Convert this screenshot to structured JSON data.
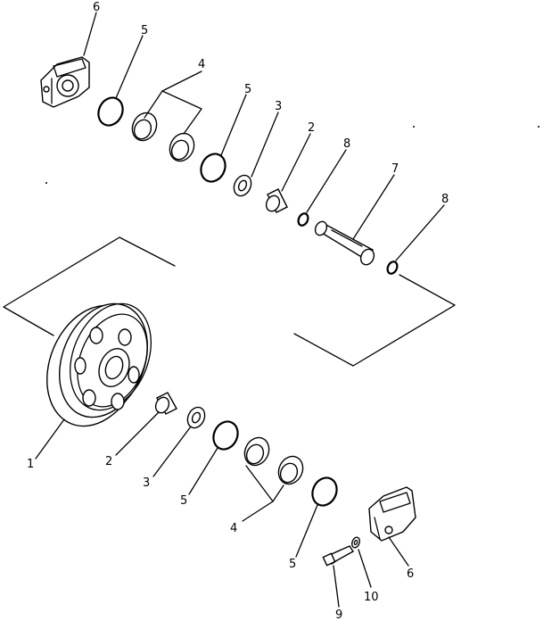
{
  "callouts": {
    "c6_top": "6",
    "c5_a": "5",
    "c4_top": "4",
    "c5_b": "5",
    "c3_top": "3",
    "c2_top": "2",
    "c8_a": "8",
    "c7": "7",
    "c8_b": "8",
    "c1": "1",
    "c2_bottom": "2",
    "c3_bottom": "3",
    "c5_c": "5",
    "c4_bottom": "4",
    "c5_d": "5",
    "c6_bottom": "6",
    "c10": "10",
    "c9": "9"
  },
  "colors": {
    "line": "#000000",
    "paper": "#ffffff"
  }
}
